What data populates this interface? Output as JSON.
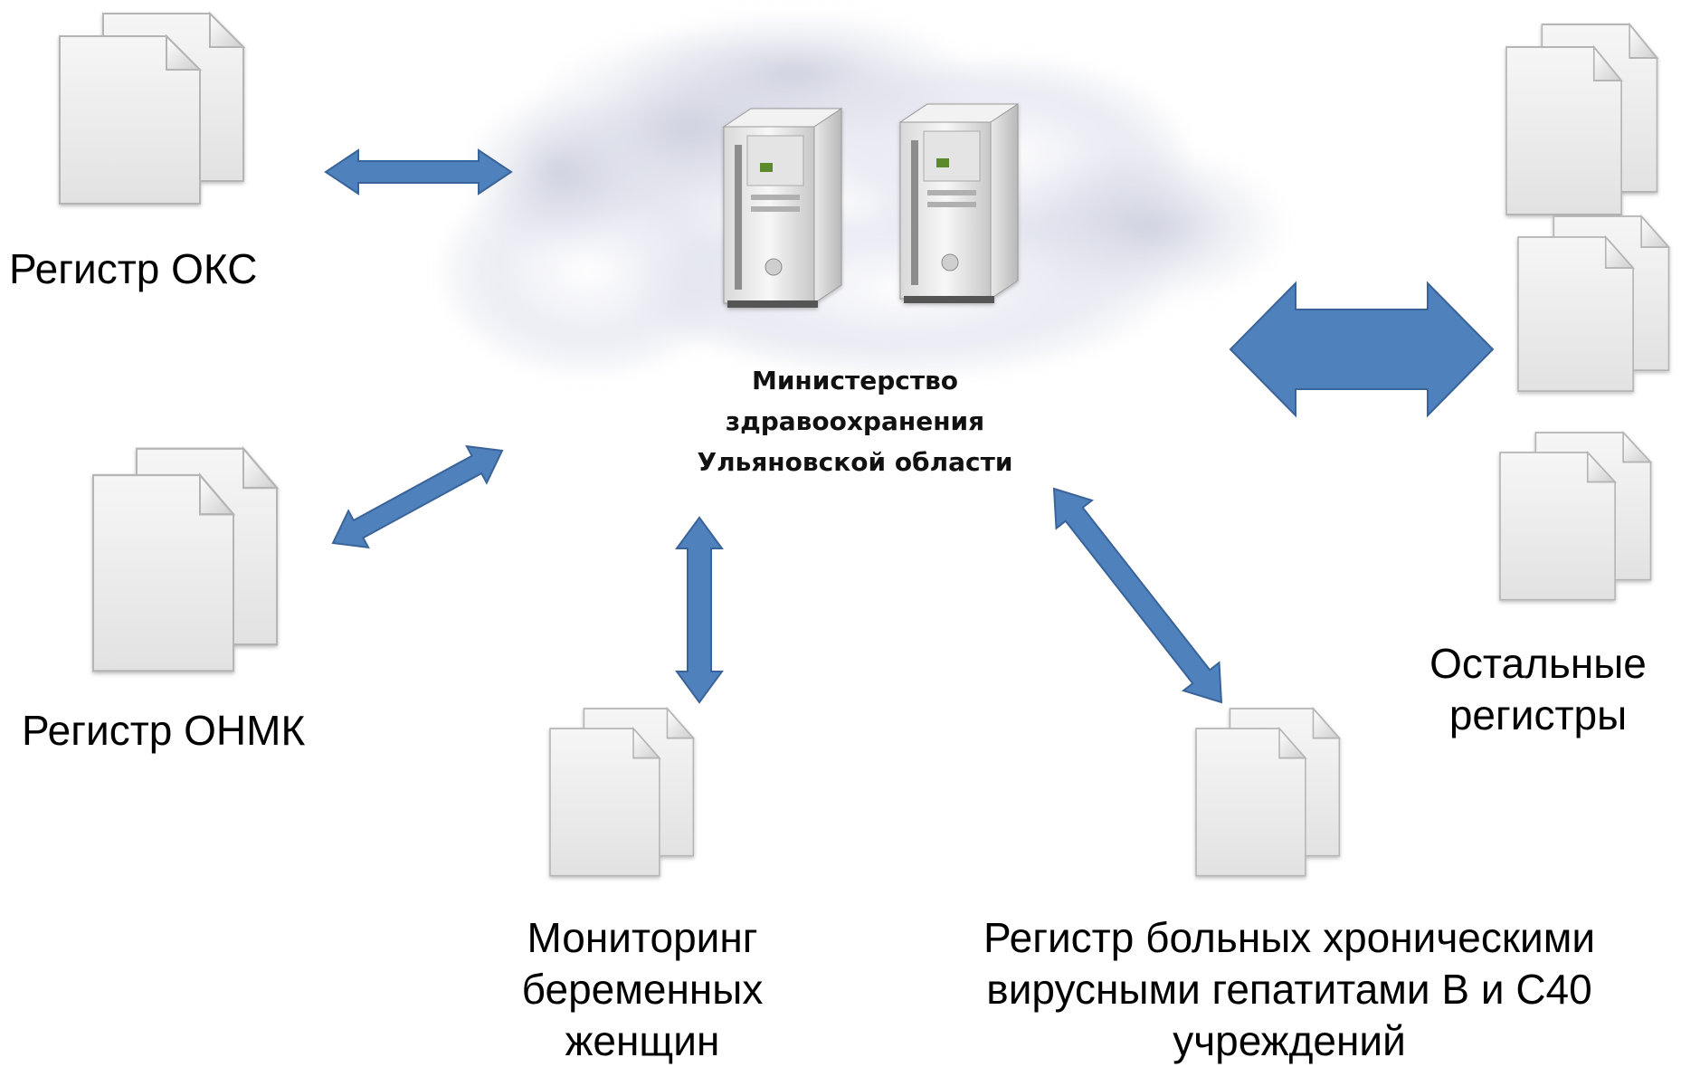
{
  "center": {
    "label_line1": "Министерство",
    "label_line2": "здравоохранения",
    "label_line3": "Ульяновской области",
    "icon": "cloud-with-servers"
  },
  "registries": {
    "oks": "Регистр ОКС",
    "onmk": "Регистр ОНМК",
    "pregnant_line1": "Мониторинг",
    "pregnant_line2": "беременных",
    "pregnant_line3": "женщин",
    "hepatitis_line1": "Регистр больных хроническими",
    "hepatitis_line2": "вирусными гепатитами В и С40",
    "hepatitis_line3": "учреждений",
    "others_line1": "Остальные",
    "others_line2": "регистры"
  },
  "colors": {
    "arrow_fill": "#4f81bd",
    "arrow_stroke": "#3a6499",
    "document": "#eeeeee"
  },
  "icons": [
    "document-icon",
    "server-icon",
    "cloud-icon",
    "double-arrow-icon"
  ]
}
